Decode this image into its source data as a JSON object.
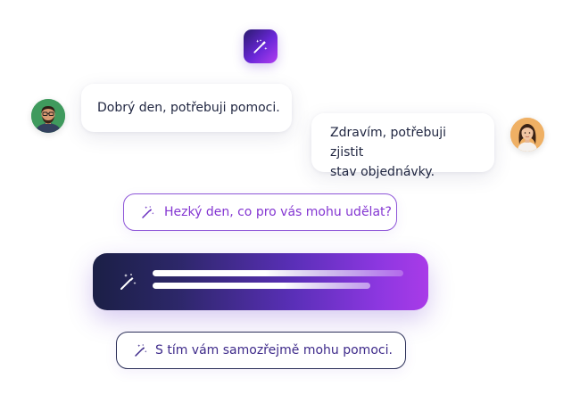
{
  "chat": {
    "app_icon": "magic-wand-icon",
    "messages": [
      {
        "sender": "customer-man",
        "text": "Dobrý den, potřebuji pomoci."
      },
      {
        "sender": "customer-woman",
        "text_line1": "Zdravím, potřebuji zjistit",
        "text_line2": "stav objednávky."
      },
      {
        "sender": "assistant",
        "icon": "magic-wand-icon",
        "text": "Hezký den, co pro vás mohu udělat?"
      },
      {
        "sender": "assistant",
        "icon": "magic-wand-icon",
        "text": "S tím vám samozřejmě mohu pomoci."
      }
    ],
    "typing_indicator": {
      "icon": "magic-wand-icon",
      "state": "generating"
    }
  },
  "colors": {
    "accent_purple": "#8a3bd6",
    "dark_navy": "#1b1f46",
    "gradient_end": "#a93be8"
  }
}
